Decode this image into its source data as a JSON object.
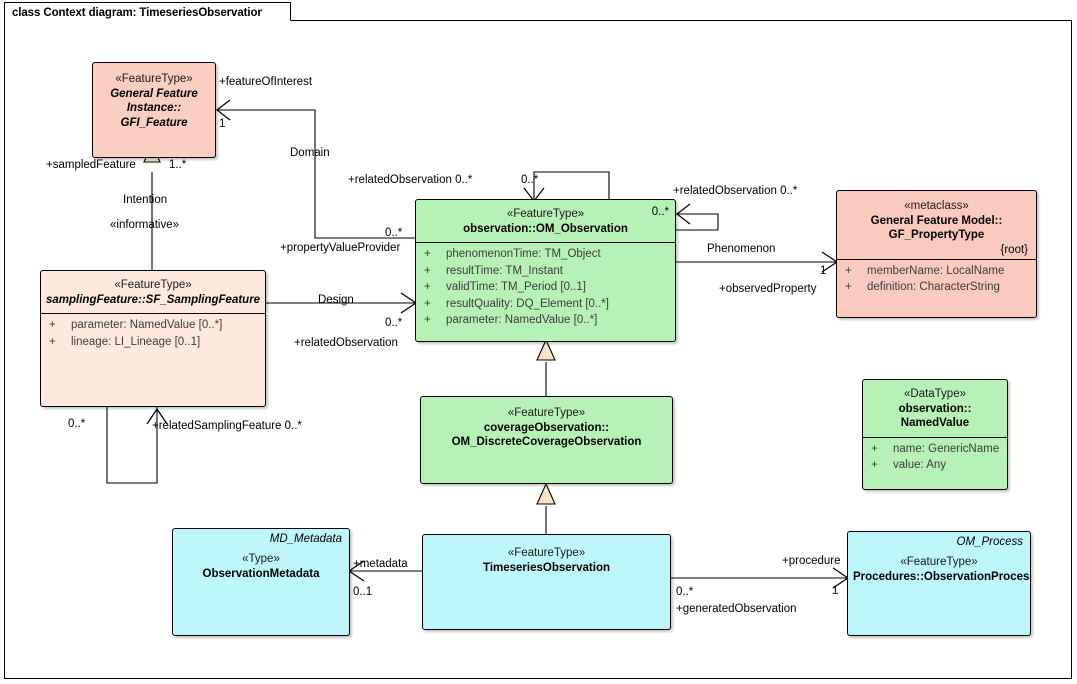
{
  "frame": {
    "title": "class Context diagram: TimeseriesObservation"
  },
  "classes": {
    "gfi_feature": {
      "stereotype": "«FeatureType»",
      "name_line1": "General Feature",
      "name_line2": "Instance::",
      "name_line3": "GFI_Feature"
    },
    "sampling_feature": {
      "stereotype": "«FeatureType»",
      "name": "samplingFeature::SF_SamplingFeature",
      "attributes": [
        {
          "visibility": "+",
          "text": "parameter: NamedValue [0..*]"
        },
        {
          "visibility": "+",
          "text": "lineage: LI_Lineage [0..1]"
        }
      ]
    },
    "om_observation": {
      "stereotype": "«FeatureType»",
      "name": "observation::OM_Observation",
      "corner_multiplicity": "0..*",
      "attributes": [
        {
          "visibility": "+",
          "text": "phenomenonTime: TM_Object"
        },
        {
          "visibility": "+",
          "text": "resultTime: TM_Instant"
        },
        {
          "visibility": "+",
          "text": "validTime: TM_Period [0..1]"
        },
        {
          "visibility": "+",
          "text": "resultQuality: DQ_Element [0..*]"
        },
        {
          "visibility": "+",
          "text": "parameter: NamedValue [0..*]"
        }
      ]
    },
    "gf_propertytype": {
      "stereotype": "«metaclass»",
      "name_line1": "General Feature Model::",
      "name_line2": "GF_PropertyType",
      "tag": "{root}",
      "attributes": [
        {
          "visibility": "+",
          "text": "memberName: LocalName"
        },
        {
          "visibility": "+",
          "text": "definition: CharacterString"
        }
      ]
    },
    "discrete_coverage_observation": {
      "stereotype": "«FeatureType»",
      "name_line1": "coverageObservation::",
      "name_line2": "OM_DiscreteCoverageObservation"
    },
    "named_value": {
      "stereotype": "«DataType»",
      "name_line1": "observation::",
      "name_line2": "NamedValue",
      "attributes": [
        {
          "visibility": "+",
          "text": "name: GenericName"
        },
        {
          "visibility": "+",
          "text": "value: Any"
        }
      ]
    },
    "observation_metadata": {
      "namespace": "MD_Metadata",
      "stereotype": "«Type»",
      "name": "ObservationMetadata"
    },
    "timeseries_observation": {
      "stereotype": "«FeatureType»",
      "name": "TimeseriesObservation"
    },
    "observation_process": {
      "namespace": "OM_Process",
      "stereotype": "«FeatureType»",
      "name": "Procedures::ObservationProcess"
    }
  },
  "edges": {
    "feature_of_interest_role": "+featureOfInterest",
    "feature_of_interest_mult": "1",
    "domain_name": "Domain",
    "sampled_feature_role": "+sampledFeature",
    "sampled_feature_mult": "1..*",
    "intention_name": "Intention",
    "intention_stereotype": "«informative»",
    "related_observation_left_role": "+relatedObservation 0..*",
    "self_assoc_top_mult": "0..*",
    "property_value_provider_role": "+propertyValueProvider",
    "property_value_provider_mult": "0..*",
    "design_name": "Design",
    "design_mult": "0..*",
    "related_observation_design_role": "+relatedObservation",
    "related_observation_right_role": "+relatedObservation 0..*",
    "om_corner_mult": "0..*",
    "phenomenon_name": "Phenomenon",
    "observed_property_role": "+observedProperty",
    "observed_property_mult": "1",
    "sampling_self_mult": "0..*",
    "related_sampling_feature_role": "+relatedSamplingFeature 0..*",
    "metadata_role": "+metadata",
    "metadata_mult": "0..1",
    "procedure_role": "+procedure",
    "procedure_mult": "1",
    "generated_observation_mult": "0..*",
    "generated_observation_role": "+generatedObservation"
  },
  "colors": {
    "featuretype_pink": "#fbcec2",
    "samplingfeature_peach": "#fdeadd",
    "observation_green": "#b6f2b6",
    "timeseries_cyan": "#bdf7fb",
    "line": "#000000",
    "generalization_fill": "#fbe3c8"
  }
}
